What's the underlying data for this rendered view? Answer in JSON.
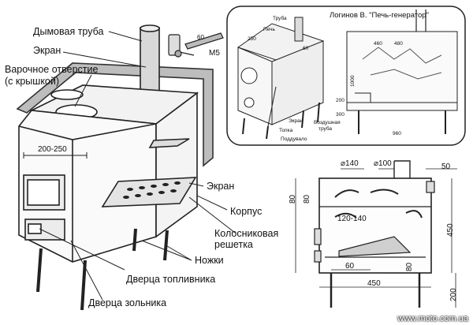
{
  "labels_main": {
    "smoke_pipe": "Дымовая труба",
    "screen_top": "Экран",
    "cooking_hole_1": "Варочное отверстие",
    "cooking_hole_2": "(с крышкой)",
    "screen_mid": "Экран",
    "body": "Корпус",
    "grate_1": "Колосниковая",
    "grate_2": "решетка",
    "legs": "Ножки",
    "fire_door": "Дверца топливника",
    "ash_door": "Дверца зольника",
    "width_dim": "200-250"
  },
  "detail": {
    "dim_60": "60",
    "dim_m5": "M5"
  },
  "inset": {
    "title": "Логинов В. \"Печь-генератор\"",
    "pipe": "Труба",
    "oven": "Печь",
    "d250": "250",
    "dim_60": "60",
    "d460": "460",
    "d480": "480",
    "d1000": "1000",
    "d200": "200",
    "d300": "300",
    "d960": "960",
    "screen": "Экран",
    "firebox": "Топка",
    "blower": "Поддувало",
    "air_pipe_1": "Воздушная",
    "air_pipe_2": "труба"
  },
  "section": {
    "d140": "⌀140",
    "d100": "⌀100",
    "d50": "50",
    "d80a": "80",
    "d80b": "80",
    "d120": "120-140",
    "d450v": "450",
    "d60": "60",
    "d80c": "80",
    "d450h": "450",
    "d200": "200"
  },
  "watermark": "www.moto.com.ua"
}
